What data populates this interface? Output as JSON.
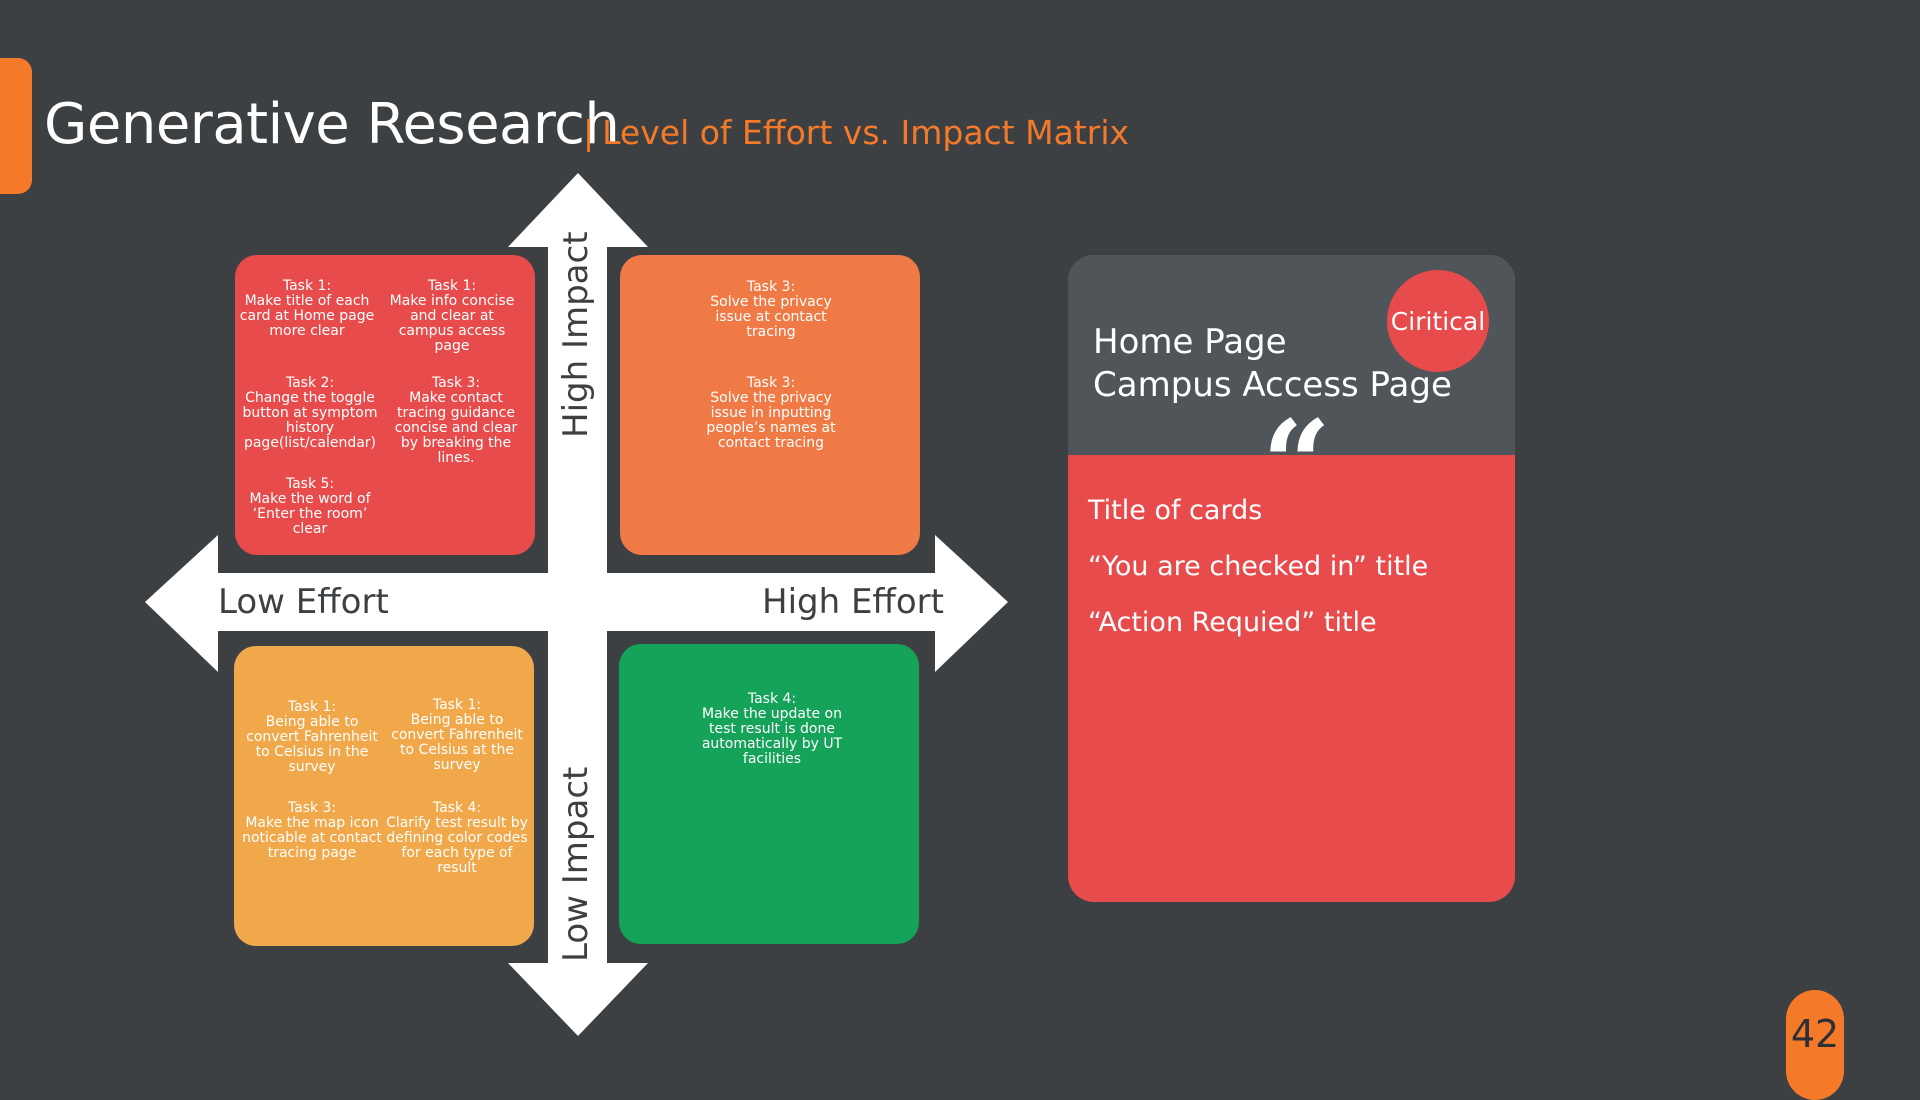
{
  "slide": {
    "title": "Generative Research",
    "subtitle_sep": "|",
    "subtitle": "Level of Effort vs. Impact Matrix",
    "page_number": "42"
  },
  "axes": {
    "high_impact": "High Impact",
    "low_impact": "Low Impact",
    "low_effort": "Low Effort",
    "high_effort": "High Effort"
  },
  "quadrants": {
    "high_impact_low_effort": [
      "Task 1:\nMake title of each card at Home page more clear",
      "Task 1:\nMake info concise and clear at campus access page",
      "Task 2:\nChange the toggle button at symptom history page(list/calendar)",
      "Task 3:\nMake contact tracing guidance concise and clear by breaking the lines.",
      "Task 5:\nMake the word of ‘Enter the room’ clear"
    ],
    "high_impact_high_effort": [
      "Task 3:\nSolve the privacy issue at contact tracing",
      "Task 3:\nSolve the privacy issue in inputting people’s names at contact tracing"
    ],
    "low_impact_low_effort": [
      "Task 1:\nBeing able to convert Fahrenheit to Celsius in the survey",
      "Task 1:\nBeing able to convert Fahrenheit to Celsius at the survey",
      "Task 3:\nMake the map icon noticable at contact tracing page",
      "Task 4:\nClarify test result by defining color codes for each type of result"
    ],
    "low_impact_high_effort": [
      "Task 4:\nMake the update on test result is done automatically by UT facilities"
    ]
  },
  "card": {
    "badge": "Ciritical",
    "page_1": "Home Page",
    "page_2": "Campus Access Page",
    "quote_icon": "quote-icon",
    "items": [
      "Title of cards",
      "“You are checked in” title",
      "“Action Requied” title"
    ]
  },
  "colors": {
    "background": "#3c4043",
    "accent": "#f47a2a",
    "red": "#e84b4b",
    "orange": "#f07a45",
    "yellow": "#f0a84a",
    "green": "#14a358"
  }
}
